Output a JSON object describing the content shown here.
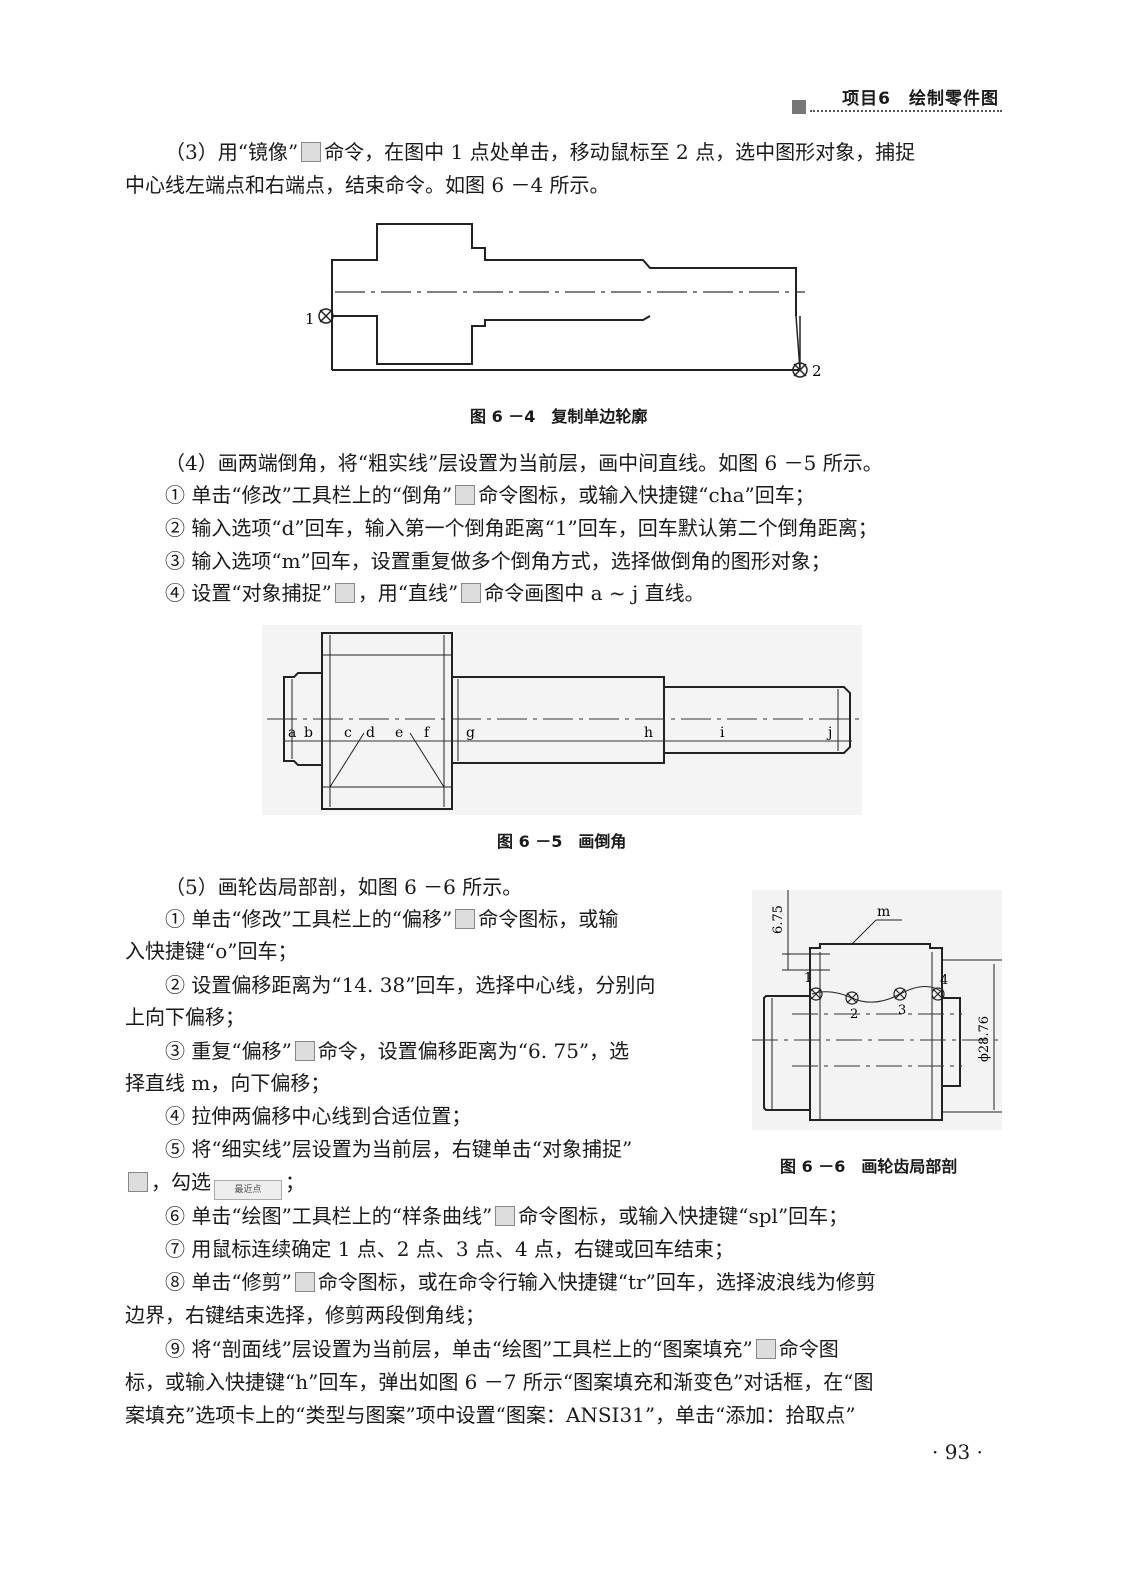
{
  "header": {
    "title": "项目6　绘制零件图"
  },
  "step3": {
    "l1a": "（3）用“镜像”",
    "l1b": "命令，在图中 1 点处单击，移动鼠标至 2 点，选中图形对象，捕捉",
    "l2": "中心线左端点和右端点，结束命令。如图 6 －4 所示。"
  },
  "fig4": {
    "caption": "图 6 －4　复制单边轮廓",
    "p1": "1",
    "p2": "2"
  },
  "step4": {
    "intro": "（4）画两端倒角，将“粗实线”层设置为当前层，画中间直线。如图 6 －5 所示。",
    "s1a": "① 单击“修改”工具栏上的“倒角”",
    "s1b": "命令图标，或输入快捷键“cha”回车；",
    "s2": "② 输入选项“d”回车，输入第一个倒角距离“1”回车，回车默认第二个倒角距离；",
    "s3": "③ 输入选项“m”回车，设置重复做多个倒角方式，选择做倒角的图形对象；",
    "s4a": "④ 设置“对象捕捉”",
    "s4b": "，用“直线”",
    "s4c": "命令画图中 a ~ j 直线。"
  },
  "fig5": {
    "caption": "图 6 －5　画倒角",
    "labels": [
      "a",
      "b",
      "c",
      "d",
      "e",
      "f",
      "g",
      "h",
      "i",
      "j"
    ]
  },
  "step5": {
    "intro": "（5）画轮齿局部剖，如图 6 －6 所示。",
    "s1a": "① 单击“修改”工具栏上的“偏移”",
    "s1b": "命令图标，或输",
    "s1c": "入快捷键“o”回车；",
    "s2a": "② 设置偏移距离为“14. 38”回车，选择中心线，分别向",
    "s2b": "上向下偏移；",
    "s3a": "③ 重复“偏移”",
    "s3b": "命令，设置偏移距离为“6. 75”，选",
    "s3c": "择直线 m，向下偏移；",
    "s4": "④ 拉伸两偏移中心线到合适位置；",
    "s5a": "⑤ 将“细实线”层设置为当前层，右键单击“对象捕捉”",
    "s5b": "，勾选",
    "s5c": "；",
    "nearest": "最近点",
    "s6a": "⑥ 单击“绘图”工具栏上的“样条曲线”",
    "s6b": "命令图标，或输入快捷键“spl”回车；",
    "s7": "⑦ 用鼠标连续确定 1 点、2 点、3 点、4 点，右键或回车结束；",
    "s8a": "⑧ 单击“修剪”",
    "s8b": "命令图标，或在命令行输入快捷键“tr”回车，选择波浪线为修剪",
    "s8c": "边界，右键结束选择，修剪两段倒角线；",
    "s9a": "⑨ 将“剖面线”层设置为当前层，单击“绘图”工具栏上的“图案填充”",
    "s9b": "命令图",
    "s9c": "标，或输入快捷键“h”回车，弹出如图 6 －7 所示“图案填充和渐变色”对话框，在“图",
    "s9d": "案填充”选项卡上的“类型与图案”项中设置“图案：ANSI31”，单击“添加：拾取点”"
  },
  "fig6": {
    "caption": "图 6 －6　画轮齿局部剖",
    "dim1": "6.75",
    "dim2": "ϕ28.76",
    "m": "m",
    "pts": [
      "1",
      "2",
      "3",
      "4"
    ]
  },
  "page_number": "· 93 ·"
}
